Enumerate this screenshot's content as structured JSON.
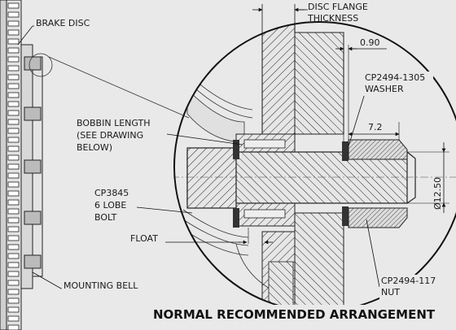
{
  "labels": {
    "brake_disc": "BRAKE DISC",
    "disc_flange_1": "DISC FLANGE",
    "disc_flange_2": "THICKNESS",
    "dim_090": "0.90",
    "washer_1": "CP2494-1305",
    "washer_2": "WASHER",
    "bobbin_1": "BOBBIN LENGTH",
    "bobbin_2": "(SEE DRAWING",
    "bobbin_3": "BELOW)",
    "dim_72": "7.2",
    "bolt_1": "CP3845",
    "bolt_2": "6 LOBE",
    "bolt_3": "BOLT",
    "dim_1250": "Ø12.50",
    "float": "FLOAT",
    "mounting_bell": "MOUNTING BELL",
    "nut_1": "CP2494-117",
    "nut_2": "NUT"
  },
  "title": "NORMAL RECOMMENDED ARRANGEMENT"
}
